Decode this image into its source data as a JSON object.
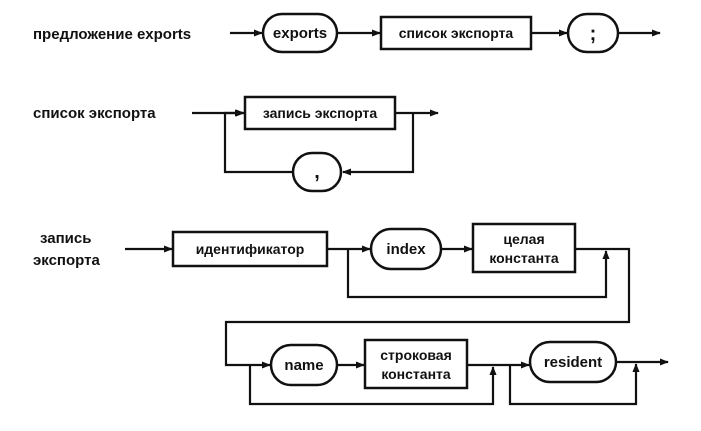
{
  "rules": {
    "export_clause": {
      "name": "предложение  exports",
      "keyword_exports": "exports",
      "export_list_ref": "список экспорта",
      "semicolon": ";"
    },
    "export_list": {
      "name": "список экспорта",
      "entry_ref": "запись экспорта",
      "comma": ","
    },
    "export_entry": {
      "name_line1": "запись",
      "name_line2": "экспорта",
      "identifier": "идентификатор",
      "keyword_index": "index",
      "integer_const_line1": "целая",
      "integer_const_line2": "константа",
      "keyword_name": "name",
      "string_const_line1": "строковая",
      "string_const_line2": "константа",
      "keyword_resident": "resident"
    }
  }
}
